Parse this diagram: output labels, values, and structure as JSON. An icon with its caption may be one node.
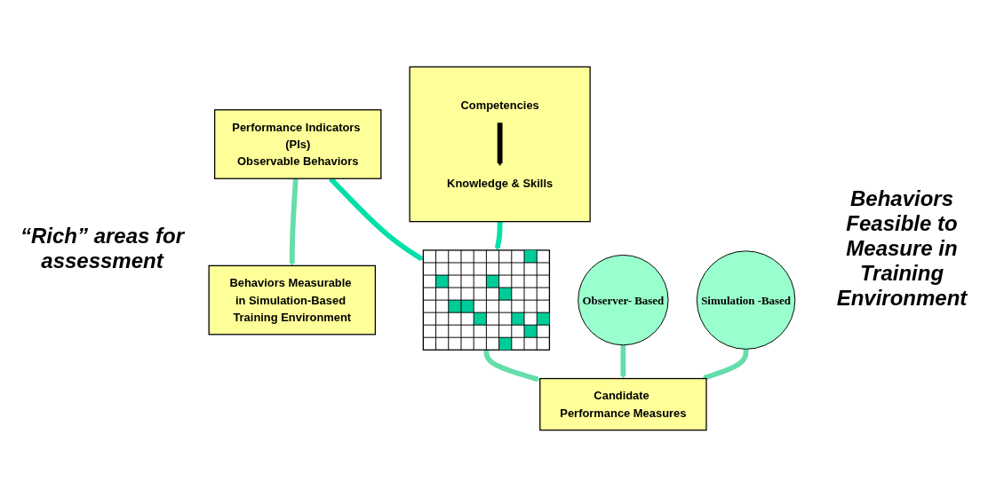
{
  "diagram": {
    "nodes": [
      {
        "text": [],
        "shape": "box"
      },
      {
        "text": [
          "Competencies"
        ],
        "in": 0
      },
      {
        "text": [
          "Knowledge & Skills"
        ],
        "in": 0
      },
      {
        "text": [
          "Performance Indicators (PIs)",
          "Observable Behaviors"
        ]
      },
      {
        "text": [
          "Behaviors Measurable in Simulation-Based Training Environment"
        ]
      },
      {
        "text": [
          "Observer- Based"
        ]
      },
      {
        "text": [
          "Simulation -Based"
        ]
      },
      {
        "text": [],
        "shape": "grid"
      },
      {
        "text": [
          "Candidate Performance Measures"
        ]
      }
    ],
    "edges": [
      {
        "from": 1,
        "to": 2,
        "arrow": "to",
        "color": "#000000"
      },
      {
        "from": 3,
        "to": 4,
        "arrow": "to"
      },
      {
        "from": 0,
        "to": 7,
        "arrow": "to",
        "color": "#00e0a8"
      },
      {
        "from": 3,
        "to": 7,
        "arrow": "to",
        "color": "#00e0a8"
      },
      {
        "from": 7,
        "to": 8,
        "arrow": "to"
      },
      {
        "from": 5,
        "to": 8,
        "arrow": "to"
      },
      {
        "from": 6,
        "to": 8,
        "arrow": "to"
      }
    ],
    "labels": [
      "“Rich” areas for assessment",
      "Behaviors Feasible to Measure in Training Environment"
    ]
  }
}
